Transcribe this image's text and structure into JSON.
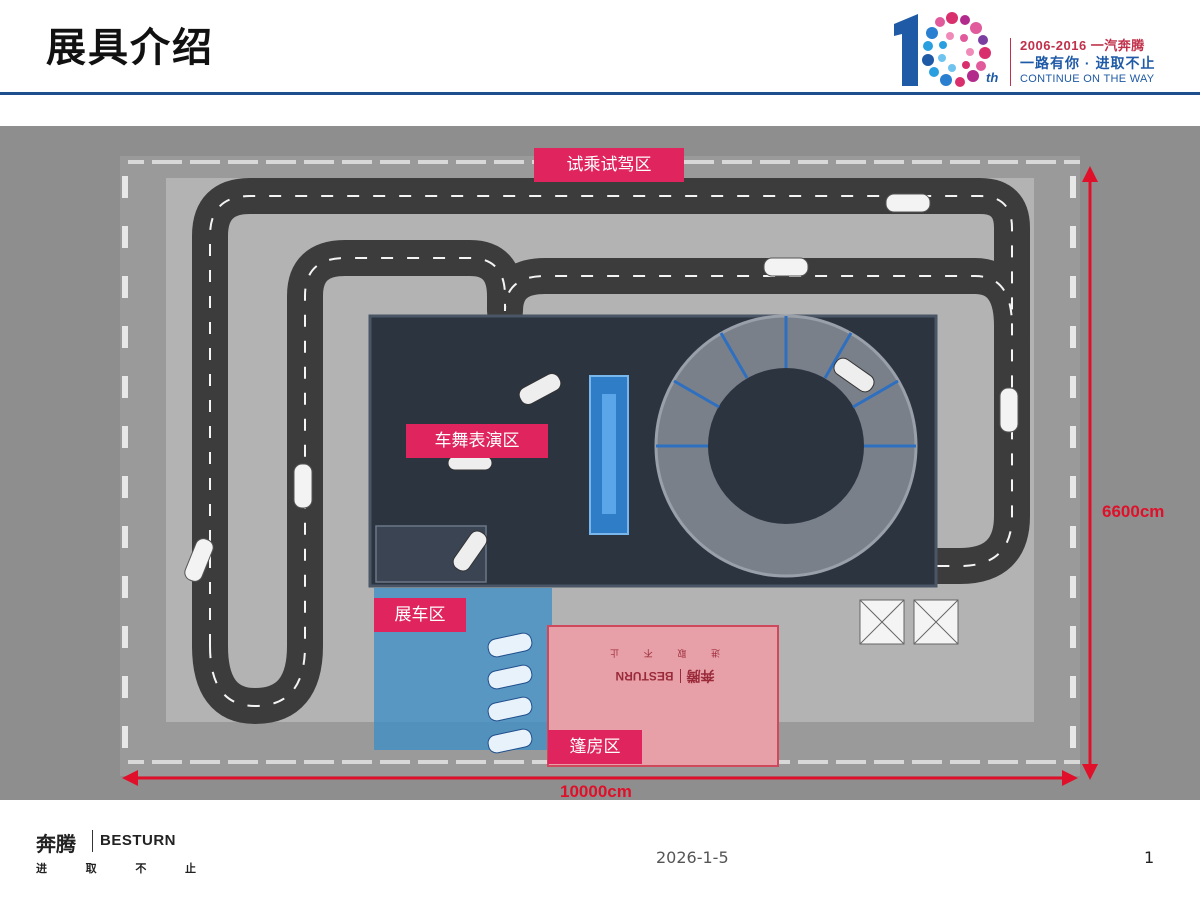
{
  "header": {
    "title": "展具介绍",
    "logo": {
      "badge": "th",
      "line1": "2006-2016 一汽奔腾",
      "line2": "一路有你 · 进取不止",
      "line3": "CONTINUE ON THE WAY"
    }
  },
  "site_plan": {
    "zones": {
      "test_drive": "试乘试驾区",
      "car_dance": "车舞表演区",
      "display": "展车区",
      "tent": "篷房区"
    },
    "tent_sign": {
      "brand_cn": "奔腾",
      "brand_en": "BESTURN",
      "slogan": [
        "进",
        "取",
        "不",
        "止"
      ]
    },
    "dimensions": {
      "height": "6600cm",
      "width": "10000cm"
    }
  },
  "footer": {
    "brand_cn": "奔腾",
    "brand_en": "BESTURN",
    "slogan": [
      "进",
      "取",
      "不",
      "止"
    ],
    "date": "2026-1-5",
    "page": "1"
  },
  "colors": {
    "accent": "#e0245e",
    "dimension": "#e0102a",
    "header_rule": "#1f4e8c"
  }
}
